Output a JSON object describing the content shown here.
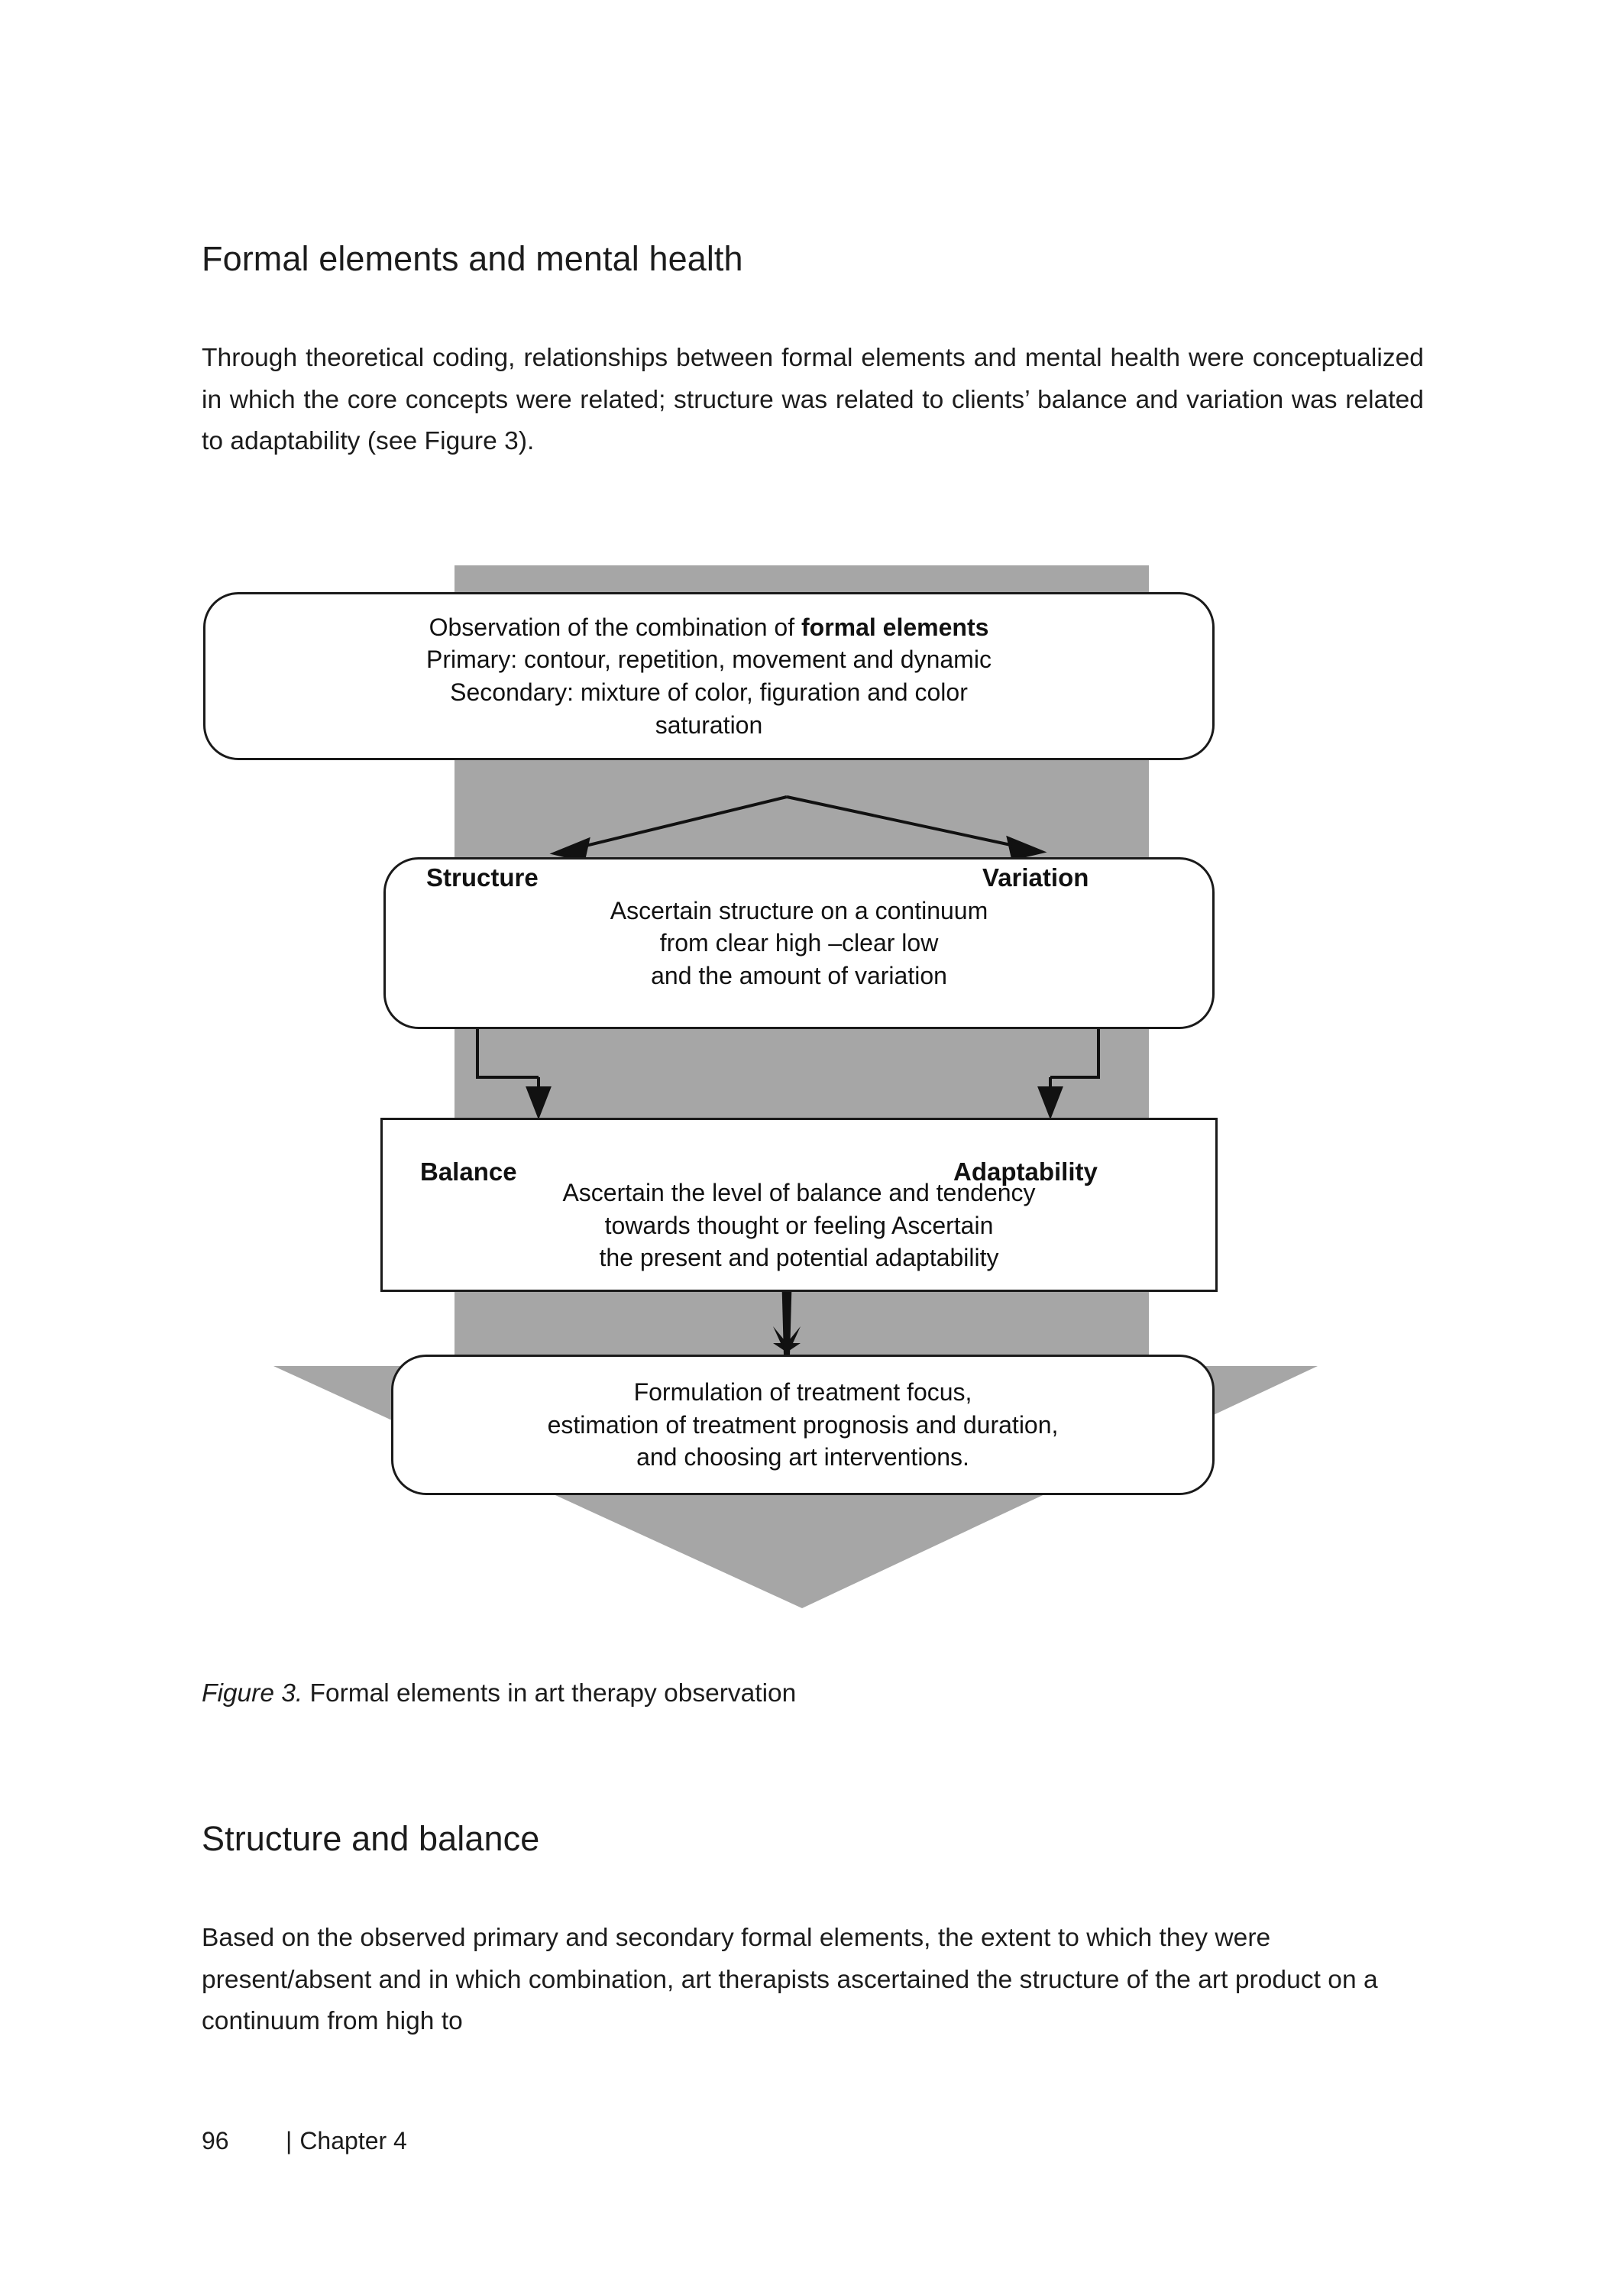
{
  "page": {
    "heading_1": "Formal elements and mental health",
    "paragraph_1": "Through theoretical coding, relationships between formal elements and mental health were conceptualized in which the core concepts were related; structure was related to clients’ balance and variation was related to adaptability (see Figure 3).",
    "heading_2": "Structure and balance",
    "paragraph_2": "Based on the observed primary and secondary formal elements, the extent to which they were present/absent and in which combination, art therapists ascertained the structure of the art product on a continuum from high to"
  },
  "figure": {
    "caption_prefix": "Figure 3.",
    "caption_text": " Formal elements in art therapy observation",
    "colors": {
      "arrow_gray": "#a6a6a6",
      "box_border": "#1a1a1a",
      "box_fill": "#ffffff",
      "text": "#111111"
    },
    "boxes": [
      {
        "id": "observation",
        "shape": "rounded",
        "lines": [
          {
            "pre": "Observation of the combination of ",
            "bold": "formal elements",
            "post": ""
          },
          {
            "pre": "Primary: contour, repetition, movement and dynamic",
            "bold": "",
            "post": ""
          },
          {
            "pre": "Secondary: mixture of color, figuration and color",
            "bold": "",
            "post": ""
          },
          {
            "pre": "saturation",
            "bold": "",
            "post": ""
          }
        ]
      },
      {
        "id": "structure-variation",
        "shape": "rounded",
        "corner_labels": {
          "left": "Structure",
          "right": "Variation"
        },
        "lines": [
          {
            "pre": "Ascertain structure on a continuum",
            "bold": "",
            "post": ""
          },
          {
            "pre": "from clear high –clear low",
            "bold": "",
            "post": ""
          },
          {
            "pre": "and the amount of variation",
            "bold": "",
            "post": ""
          }
        ]
      },
      {
        "id": "balance-adaptability",
        "shape": "sharp",
        "corner_labels": {
          "left": "Balance",
          "right": "Adaptability"
        },
        "lines": [
          {
            "pre": "Ascertain the level of balance and tendency",
            "bold": "",
            "post": ""
          },
          {
            "pre": "towards thought or feeling Ascertain",
            "bold": "",
            "post": ""
          },
          {
            "pre": "the present and potential adaptability",
            "bold": "",
            "post": ""
          }
        ]
      },
      {
        "id": "formulation",
        "shape": "rounded",
        "lines": [
          {
            "pre": "Formulation of treatment focus,",
            "bold": "",
            "post": ""
          },
          {
            "pre": "estimation of treatment prognosis and duration,",
            "bold": "",
            "post": ""
          },
          {
            "pre": "and choosing art interventions.",
            "bold": "",
            "post": ""
          }
        ]
      }
    ]
  },
  "footer": {
    "page_number": "96",
    "separator": "|",
    "chapter": "Chapter 4"
  }
}
